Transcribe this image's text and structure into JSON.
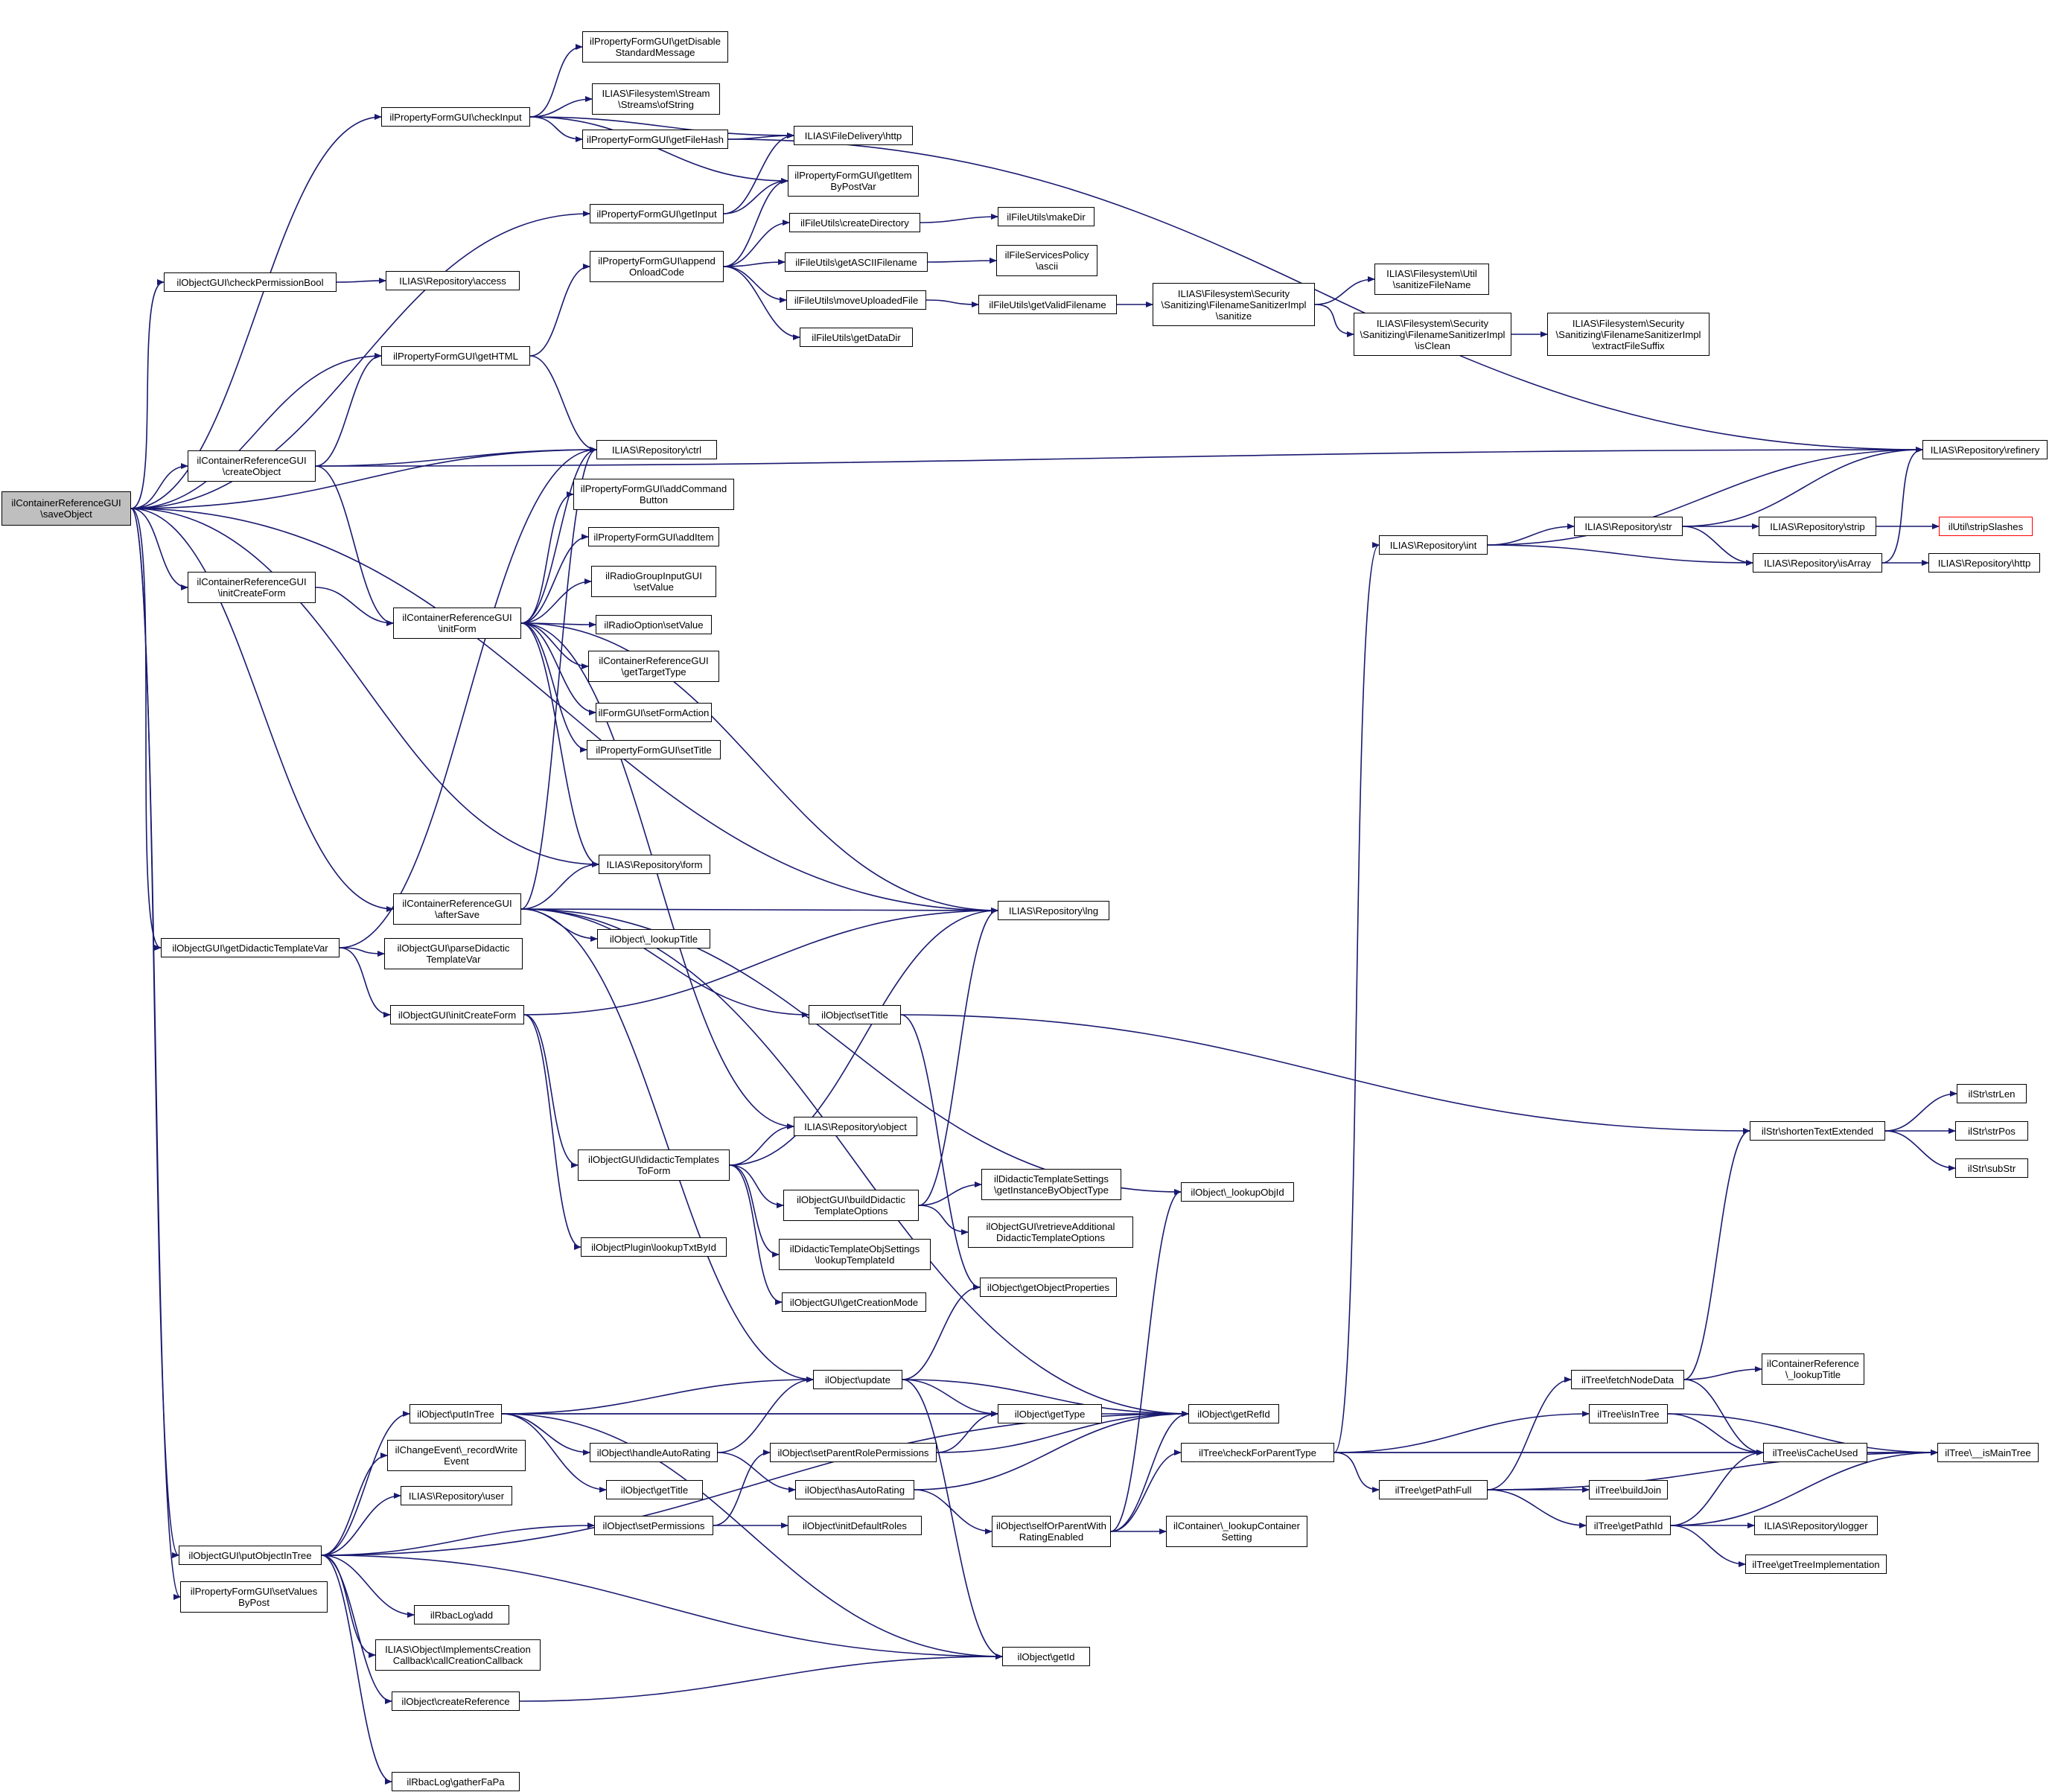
{
  "nodes": [
    {
      "id": "n1",
      "label": "ilContainerReferenceGUI\n\\saveObject",
      "root": true
    },
    {
      "id": "n2",
      "label": "ilPropertyFormGUI\\checkInput"
    },
    {
      "id": "n3",
      "label": "ilPropertyFormGUI\\getDisable\nStandardMessage"
    },
    {
      "id": "n4",
      "label": "ILIAS\\Filesystem\\Stream\n\\Streams\\ofString"
    },
    {
      "id": "n5",
      "label": "ilPropertyFormGUI\\getFileHash"
    },
    {
      "id": "n6",
      "label": "ILIAS\\FileDelivery\\http"
    },
    {
      "id": "n7",
      "label": "ilPropertyFormGUI\\getInput"
    },
    {
      "id": "n8",
      "label": "ilPropertyFormGUI\\getItem\nByPostVar"
    },
    {
      "id": "n9",
      "label": "ilFileUtils\\createDirectory"
    },
    {
      "id": "n10",
      "label": "ilFileUtils\\makeDir"
    },
    {
      "id": "n11",
      "label": "ilObjectGUI\\checkPermissionBool"
    },
    {
      "id": "n12",
      "label": "ILIAS\\Repository\\access"
    },
    {
      "id": "n13",
      "label": "ilPropertyFormGUI\\append\nOnloadCode"
    },
    {
      "id": "n14",
      "label": "ilFileUtils\\getASCIIFilename"
    },
    {
      "id": "n15",
      "label": "ilFileServicesPolicy\n\\ascii"
    },
    {
      "id": "n16",
      "label": "ILIAS\\Filesystem\\Util\n\\sanitizeFileName"
    },
    {
      "id": "n17",
      "label": "ilFileUtils\\moveUploadedFile"
    },
    {
      "id": "n18",
      "label": "ilFileUtils\\getValidFilename"
    },
    {
      "id": "n19",
      "label": "ILIAS\\Filesystem\\Security\n\\Sanitizing\\FilenameSanitizerImpl\n\\sanitize"
    },
    {
      "id": "n20",
      "label": "ILIAS\\Filesystem\\Security\n\\Sanitizing\\FilenameSanitizerImpl\n\\isClean"
    },
    {
      "id": "n21",
      "label": "ILIAS\\Filesystem\\Security\n\\Sanitizing\\FilenameSanitizerImpl\n\\extractFileSuffix"
    },
    {
      "id": "n22",
      "label": "ilFileUtils\\getDataDir"
    },
    {
      "id": "n23",
      "label": "ilPropertyFormGUI\\getHTML"
    },
    {
      "id": "n24",
      "label": "ILIAS\\Repository\\refinery"
    },
    {
      "id": "n25",
      "label": "ilContainerReferenceGUI\n\\createObject"
    },
    {
      "id": "n26",
      "label": "ILIAS\\Repository\\ctrl"
    },
    {
      "id": "n27",
      "label": "ilPropertyFormGUI\\addCommand\nButton"
    },
    {
      "id": "n28",
      "label": "ilPropertyFormGUI\\addItem"
    },
    {
      "id": "n29",
      "label": "ILIAS\\Repository\\int"
    },
    {
      "id": "n30",
      "label": "ILIAS\\Repository\\str"
    },
    {
      "id": "n31",
      "label": "ILIAS\\Repository\\strip"
    },
    {
      "id": "n32",
      "label": "ilUtil\\stripSlashes",
      "truncated": true
    },
    {
      "id": "n33",
      "label": "ILIAS\\Repository\\isArray"
    },
    {
      "id": "n34",
      "label": "ILIAS\\Repository\\http"
    },
    {
      "id": "n35",
      "label": "ilContainerReferenceGUI\n\\initCreateForm"
    },
    {
      "id": "n36",
      "label": "ilRadioGroupInputGUI\n\\setValue"
    },
    {
      "id": "n37",
      "label": "ilContainerReferenceGUI\n\\initForm"
    },
    {
      "id": "n38",
      "label": "ilRadioOption\\setValue"
    },
    {
      "id": "n39",
      "label": "ilContainerReferenceGUI\n\\getTargetType"
    },
    {
      "id": "n40",
      "label": "ilFormGUI\\setFormAction"
    },
    {
      "id": "n41",
      "label": "ilPropertyFormGUI\\setTitle"
    },
    {
      "id": "n42",
      "label": "ILIAS\\Repository\\form"
    },
    {
      "id": "n43",
      "label": "ilContainerReferenceGUI\n\\afterSave"
    },
    {
      "id": "n44",
      "label": "ILIAS\\Repository\\lng"
    },
    {
      "id": "n45",
      "label": "ilObjectGUI\\getDidacticTemplateVar"
    },
    {
      "id": "n46",
      "label": "ilObjectGUI\\parseDidactic\nTemplateVar"
    },
    {
      "id": "n47",
      "label": "ilObject\\_lookupTitle"
    },
    {
      "id": "n48",
      "label": "ilObject\\setTitle"
    },
    {
      "id": "n49",
      "label": "ilObjectGUI\\initCreateForm"
    },
    {
      "id": "n50",
      "label": "ilStr\\strLen"
    },
    {
      "id": "n51",
      "label": "ilStr\\shortenTextExtended"
    },
    {
      "id": "n52",
      "label": "ilStr\\strPos"
    },
    {
      "id": "n53",
      "label": "ILIAS\\Repository\\object"
    },
    {
      "id": "n54",
      "label": "ilObjectGUI\\didacticTemplates\nToForm"
    },
    {
      "id": "n55",
      "label": "ilStr\\subStr"
    },
    {
      "id": "n56",
      "label": "ilDidacticTemplateSettings\n\\getInstanceByObjectType"
    },
    {
      "id": "n57",
      "label": "ilObjectGUI\\buildDidactic\nTemplateOptions"
    },
    {
      "id": "n58",
      "label": "ilObject\\_lookupObjId"
    },
    {
      "id": "n59",
      "label": "ilObjectGUI\\retrieveAdditional\nDidacticTemplateOptions"
    },
    {
      "id": "n60",
      "label": "ilObjectPlugin\\lookupTxtById"
    },
    {
      "id": "n61",
      "label": "ilDidacticTemplateObjSettings\n\\lookupTemplateId"
    },
    {
      "id": "n62",
      "label": "ilObject\\getObjectProperties"
    },
    {
      "id": "n63",
      "label": "ilObjectGUI\\getCreationMode"
    },
    {
      "id": "n64",
      "label": "ilTree\\fetchNodeData"
    },
    {
      "id": "n65",
      "label": "ilContainerReference\n\\_lookupTitle"
    },
    {
      "id": "n66",
      "label": "ilObject\\update"
    },
    {
      "id": "n67",
      "label": "ilObject\\putInTree"
    },
    {
      "id": "n68",
      "label": "ilObject\\getType"
    },
    {
      "id": "n69",
      "label": "ilObject\\getRefId"
    },
    {
      "id": "n70",
      "label": "ilTree\\isInTree"
    },
    {
      "id": "n71",
      "label": "ilChangeEvent\\_recordWrite\nEvent"
    },
    {
      "id": "n72",
      "label": "ilObject\\handleAutoRating"
    },
    {
      "id": "n73",
      "label": "ilObject\\setParentRolePermissions"
    },
    {
      "id": "n74",
      "label": "ilTree\\checkForParentType"
    },
    {
      "id": "n75",
      "label": "ilTree\\isCacheUsed"
    },
    {
      "id": "n76",
      "label": "ilTree\\__isMainTree"
    },
    {
      "id": "n77",
      "label": "ilObject\\getTitle"
    },
    {
      "id": "n78",
      "label": "ILIAS\\Repository\\user"
    },
    {
      "id": "n79",
      "label": "ilObject\\hasAutoRating"
    },
    {
      "id": "n80",
      "label": "ilTree\\getPathFull"
    },
    {
      "id": "n81",
      "label": "ilTree\\buildJoin"
    },
    {
      "id": "n82",
      "label": "ilObject\\setPermissions"
    },
    {
      "id": "n83",
      "label": "ilObject\\initDefaultRoles"
    },
    {
      "id": "n84",
      "label": "ilObject\\selfOrParentWith\nRatingEnabled"
    },
    {
      "id": "n85",
      "label": "ilTree\\getPathId"
    },
    {
      "id": "n86",
      "label": "ILIAS\\Repository\\logger"
    },
    {
      "id": "n87",
      "label": "ilObjectGUI\\putObjectInTree"
    },
    {
      "id": "n88",
      "label": "ilContainer\\_lookupContainer\nSetting"
    },
    {
      "id": "n89",
      "label": "ilPropertyFormGUI\\setValues\nByPost"
    },
    {
      "id": "n90",
      "label": "ilTree\\getTreeImplementation"
    },
    {
      "id": "n91",
      "label": "ilRbacLog\\add"
    },
    {
      "id": "n92",
      "label": "ILIAS\\Object\\ImplementsCreation\nCallback\\callCreationCallback"
    },
    {
      "id": "n93",
      "label": "ilObject\\getId"
    },
    {
      "id": "n94",
      "label": "ilObject\\createReference"
    },
    {
      "id": "n95",
      "label": "ilRbacLog\\gatherFaPa"
    }
  ],
  "edges": [
    [
      "n1",
      "n2"
    ],
    [
      "n2",
      "n3"
    ],
    [
      "n2",
      "n4"
    ],
    [
      "n2",
      "n5"
    ],
    [
      "n5",
      "n6"
    ],
    [
      "n5",
      "n24"
    ],
    [
      "n2",
      "n6"
    ],
    [
      "n2",
      "n8"
    ],
    [
      "n1",
      "n7"
    ],
    [
      "n7",
      "n6"
    ],
    [
      "n7",
      "n8"
    ],
    [
      "n1",
      "n11"
    ],
    [
      "n11",
      "n12"
    ],
    [
      "n13",
      "n8"
    ],
    [
      "n13",
      "n9"
    ],
    [
      "n9",
      "n10"
    ],
    [
      "n13",
      "n14"
    ],
    [
      "n14",
      "n15"
    ],
    [
      "n13",
      "n17"
    ],
    [
      "n17",
      "n18"
    ],
    [
      "n18",
      "n19"
    ],
    [
      "n19",
      "n16"
    ],
    [
      "n19",
      "n20"
    ],
    [
      "n20",
      "n21"
    ],
    [
      "n13",
      "n22"
    ],
    [
      "n1",
      "n23"
    ],
    [
      "n23",
      "n13"
    ],
    [
      "n23",
      "n26"
    ],
    [
      "n1",
      "n25"
    ],
    [
      "n25",
      "n23"
    ],
    [
      "n25",
      "n26"
    ],
    [
      "n25",
      "n24"
    ],
    [
      "n25",
      "n37"
    ],
    [
      "n1",
      "n26"
    ],
    [
      "n1",
      "n44"
    ],
    [
      "n1",
      "n35"
    ],
    [
      "n35",
      "n37"
    ],
    [
      "n37",
      "n26"
    ],
    [
      "n37",
      "n27"
    ],
    [
      "n37",
      "n28"
    ],
    [
      "n37",
      "n36"
    ],
    [
      "n37",
      "n38"
    ],
    [
      "n37",
      "n39"
    ],
    [
      "n37",
      "n40"
    ],
    [
      "n37",
      "n41"
    ],
    [
      "n37",
      "n42"
    ],
    [
      "n37",
      "n44"
    ],
    [
      "n37",
      "n53"
    ],
    [
      "n1",
      "n42"
    ],
    [
      "n1",
      "n43"
    ],
    [
      "n43",
      "n42"
    ],
    [
      "n43",
      "n44"
    ],
    [
      "n43",
      "n47"
    ],
    [
      "n43",
      "n48"
    ],
    [
      "n43",
      "n26"
    ],
    [
      "n43",
      "n58"
    ],
    [
      "n43",
      "n69"
    ],
    [
      "n43",
      "n66"
    ],
    [
      "n1",
      "n45"
    ],
    [
      "n45",
      "n46"
    ],
    [
      "n45",
      "n49"
    ],
    [
      "n45",
      "n26"
    ],
    [
      "n49",
      "n44"
    ],
    [
      "n49",
      "n54"
    ],
    [
      "n49",
      "n60"
    ],
    [
      "n54",
      "n53"
    ],
    [
      "n54",
      "n57"
    ],
    [
      "n54",
      "n61"
    ],
    [
      "n54",
      "n63"
    ],
    [
      "n54",
      "n44"
    ],
    [
      "n57",
      "n56"
    ],
    [
      "n57",
      "n59"
    ],
    [
      "n57",
      "n44"
    ],
    [
      "n48",
      "n51"
    ],
    [
      "n48",
      "n62"
    ],
    [
      "n51",
      "n50"
    ],
    [
      "n51",
      "n52"
    ],
    [
      "n51",
      "n55"
    ],
    [
      "n29",
      "n24"
    ],
    [
      "n29",
      "n30"
    ],
    [
      "n29",
      "n33"
    ],
    [
      "n30",
      "n24"
    ],
    [
      "n30",
      "n31"
    ],
    [
      "n30",
      "n33"
    ],
    [
      "n31",
      "n32"
    ],
    [
      "n33",
      "n34"
    ],
    [
      "n33",
      "n24"
    ],
    [
      "n1",
      "n87"
    ],
    [
      "n1",
      "n89"
    ],
    [
      "n87",
      "n67"
    ],
    [
      "n87",
      "n71"
    ],
    [
      "n87",
      "n78"
    ],
    [
      "n87",
      "n82"
    ],
    [
      "n87",
      "n69"
    ],
    [
      "n87",
      "n91"
    ],
    [
      "n87",
      "n92"
    ],
    [
      "n87",
      "n93"
    ],
    [
      "n87",
      "n94"
    ],
    [
      "n87",
      "n95"
    ],
    [
      "n67",
      "n69"
    ],
    [
      "n67",
      "n68"
    ],
    [
      "n67",
      "n72"
    ],
    [
      "n67",
      "n77"
    ],
    [
      "n67",
      "n93"
    ],
    [
      "n67",
      "n66"
    ],
    [
      "n66",
      "n62"
    ],
    [
      "n66",
      "n68"
    ],
    [
      "n66",
      "n69"
    ],
    [
      "n66",
      "n93"
    ],
    [
      "n72",
      "n66"
    ],
    [
      "n72",
      "n79"
    ],
    [
      "n79",
      "n84"
    ],
    [
      "n79",
      "n69"
    ],
    [
      "n82",
      "n73"
    ],
    [
      "n82",
      "n83"
    ],
    [
      "n73",
      "n68"
    ],
    [
      "n73",
      "n69"
    ],
    [
      "n84",
      "n58"
    ],
    [
      "n84",
      "n69"
    ],
    [
      "n84",
      "n74"
    ],
    [
      "n84",
      "n88"
    ],
    [
      "n94",
      "n93"
    ],
    [
      "n74",
      "n29"
    ],
    [
      "n74",
      "n70"
    ],
    [
      "n74",
      "n80"
    ],
    [
      "n74",
      "n75"
    ],
    [
      "n74",
      "n76"
    ],
    [
      "n70",
      "n75"
    ],
    [
      "n70",
      "n76"
    ],
    [
      "n64",
      "n65"
    ],
    [
      "n64",
      "n75"
    ],
    [
      "n64",
      "n51"
    ],
    [
      "n80",
      "n64"
    ],
    [
      "n80",
      "n81"
    ],
    [
      "n80",
      "n85"
    ],
    [
      "n80",
      "n76"
    ],
    [
      "n85",
      "n75"
    ],
    [
      "n85",
      "n86"
    ],
    [
      "n85",
      "n90"
    ],
    [
      "n85",
      "n76"
    ],
    [
      "n75",
      "n76"
    ]
  ],
  "colors": {
    "edge": "#191970",
    "node_border": "#000000",
    "root_fill": "#bfbfbf",
    "truncated_border": "#ff0000"
  }
}
